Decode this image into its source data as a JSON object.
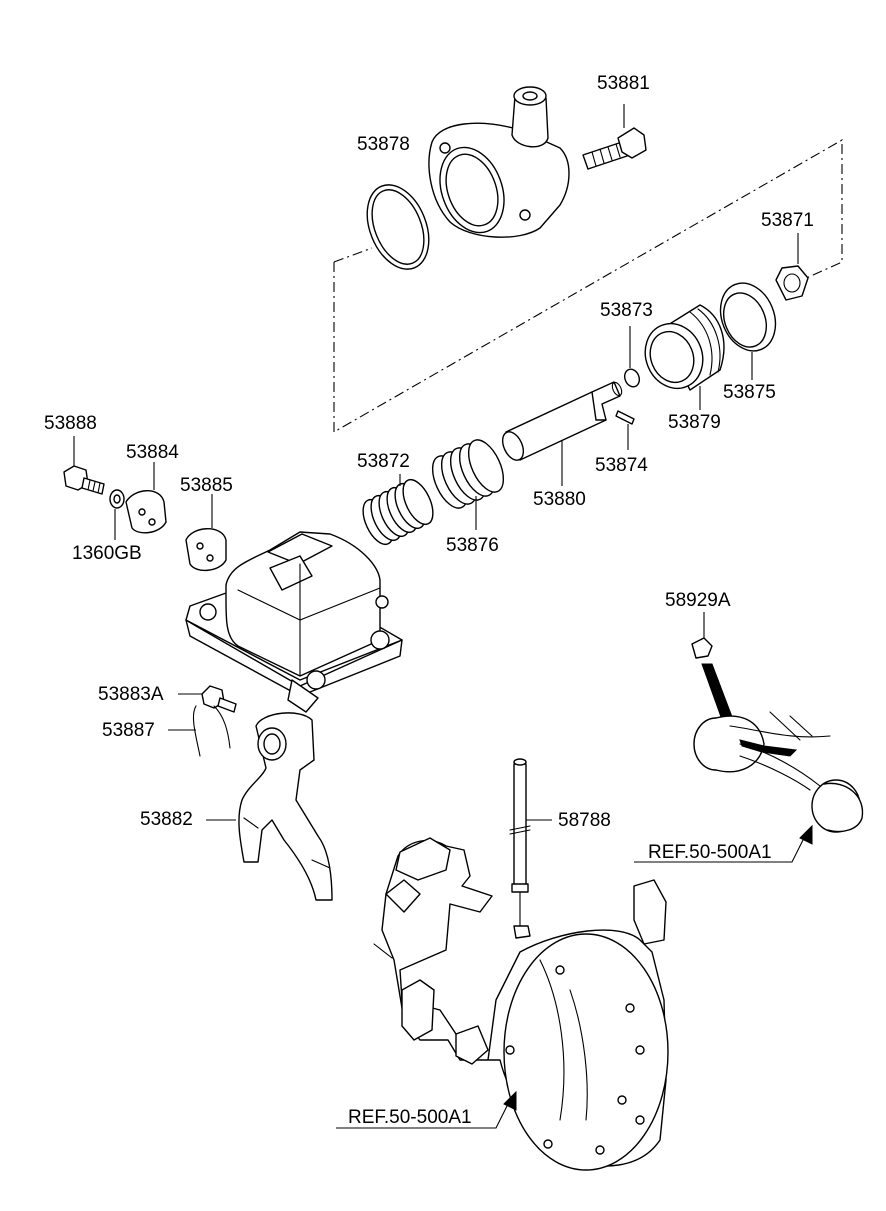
{
  "labels": {
    "p53881": "53881",
    "p53878": "53878",
    "p53871": "53871",
    "p53873": "53873",
    "p53875": "53875",
    "p53879": "53879",
    "p53874": "53874",
    "p53880": "53880",
    "p53872": "53872",
    "p53876": "53876",
    "p53888": "53888",
    "p53884": "53884",
    "p53885": "53885",
    "p1360gb": "1360GB",
    "p58929a": "58929A",
    "p53883a": "53883A",
    "p53887": "53887",
    "p53882": "53882",
    "p58788": "58788",
    "ref_right": "REF.50-500A1",
    "ref_bottom": "REF.50-500A1"
  }
}
